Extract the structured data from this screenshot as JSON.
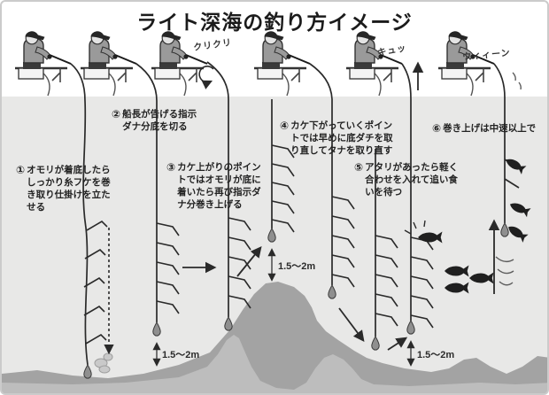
{
  "title": "ライト深海の釣り方イメージ",
  "steps": [
    {
      "num": "①",
      "text": "オモリが着底したら\nしっかり糸フケを巻\nき取り仕掛けを立た\nせる"
    },
    {
      "num": "②",
      "text": "船長が告げる指示\nダナ分底を切る"
    },
    {
      "num": "③",
      "text": "カケ上がりのポイン\nトではオモリが底に\n着いたら再び指示ダ\nナ分巻き上げる"
    },
    {
      "num": "④",
      "text": "カケ下がっていくポイン\nトでは早めに底ダチを取\nり直してタナを取り直す"
    },
    {
      "num": "⑤",
      "text": "アタリがあったら軽く\n合わせを入れて追い食\nいを待つ"
    },
    {
      "num": "⑥",
      "text": "巻き上げは中速以上で"
    }
  ],
  "depth_labels": {
    "gap1": "1.5〜2m",
    "gap2": "1.5〜2m",
    "gap3": "1.5〜2m"
  },
  "sfx": {
    "reel": "クリクリ",
    "hookset": "キュッ",
    "winding": "ウィィーン"
  },
  "colors": {
    "water": "#e8e8e7",
    "seafloor_dark": "#a3a3a3",
    "seafloor_light": "#bdbdbd",
    "ink": "#222222"
  }
}
